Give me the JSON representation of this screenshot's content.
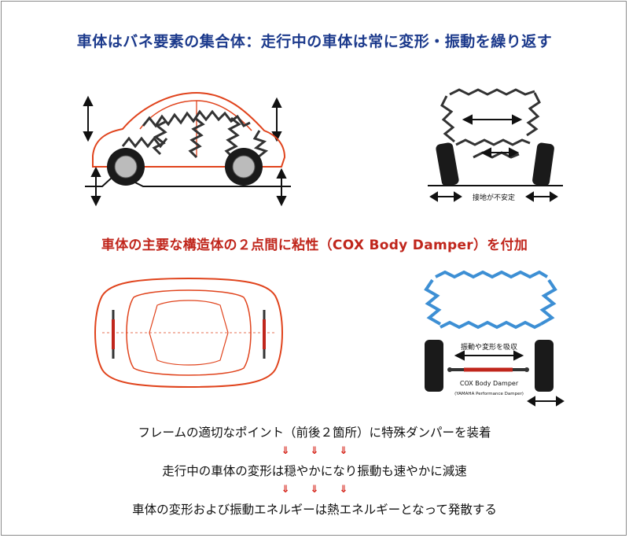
{
  "headline_top": "車体はバネ要素の集合体：走行中の車体は常に変形・振動を繰り返す",
  "headline_mid": "車体の主要な構造体の２点間に粘性（COX Body Damper）を付加",
  "fig_top_right": {
    "label": "接地が不安定"
  },
  "fig_bottom_right": {
    "label": "振動や変形を吸収",
    "damper_name": "COX Body Damper",
    "damper_sub": "(YAMAHA Performance Damper)"
  },
  "flow": {
    "step1": "フレームの適切なポイント（前後２箇所）に特殊ダンパーを装着",
    "arrow": "⇓",
    "step2": "走行中の車体の変形は穏やかになり振動も速やかに減速",
    "step3": "車体の変形および振動エネルギーは熱エネルギーとなって発散する"
  },
  "colors": {
    "title_blue": "#1c3a8c",
    "title_red": "#c0261c",
    "car_orange": "#e0431c",
    "spring_blue": "#3d8fd4",
    "arrow_red": "#d41e14"
  }
}
